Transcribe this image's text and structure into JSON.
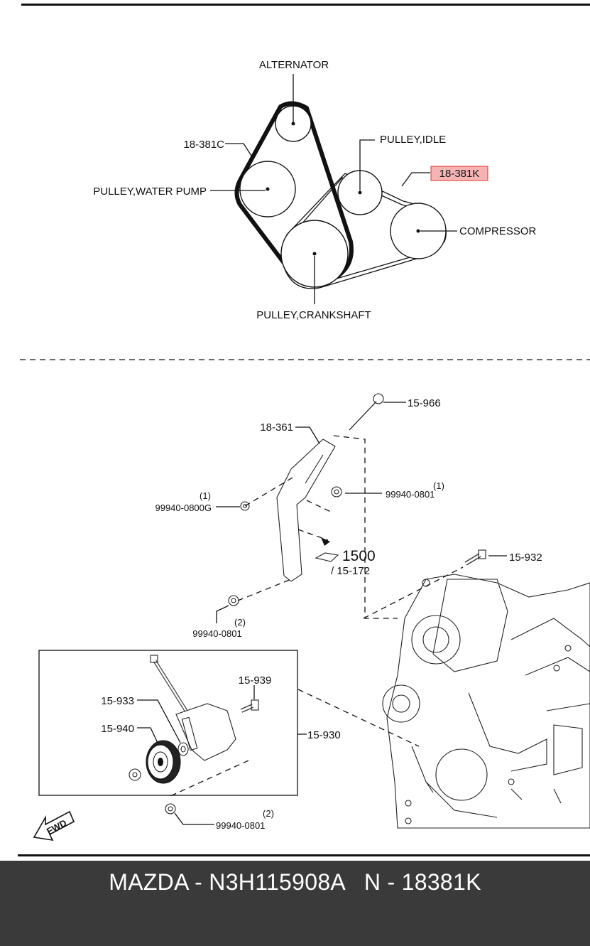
{
  "belt_layout": {
    "alternator": "ALTERNATOR",
    "belt_c": "18-381C",
    "pulley_idle": "PULLEY,IDLE",
    "belt_k": "18-381K",
    "water_pump": "PULLEY,WATER PUMP",
    "compressor": "COMPRESSOR",
    "crankshaft": "PULLEY,CRANKSHAFT",
    "highlight_color": "#f08080"
  },
  "parts": {
    "bolt_top": "15-966",
    "bracket": "18-361",
    "nut_left_qty": "(1)",
    "nut_left": "99940-0800G",
    "nut_right_qty": "(1)",
    "nut_right": "99940-0801",
    "ref_num": "1500",
    "ref_sub": "/ 15-172",
    "bolt_mid": "15-932",
    "nut_mid_qty": "(2)",
    "nut_mid": "99940-0801",
    "box_bolt": "15-939",
    "box_washer": "15-933",
    "box_pulley": "15-940",
    "box_assembly": "15-930",
    "nut_bottom_qty": "(2)",
    "nut_bottom": "99940-0801",
    "fwd": "FWD"
  },
  "footer": {
    "text": "MAZDA - N3H115908A   N - 18381K"
  }
}
